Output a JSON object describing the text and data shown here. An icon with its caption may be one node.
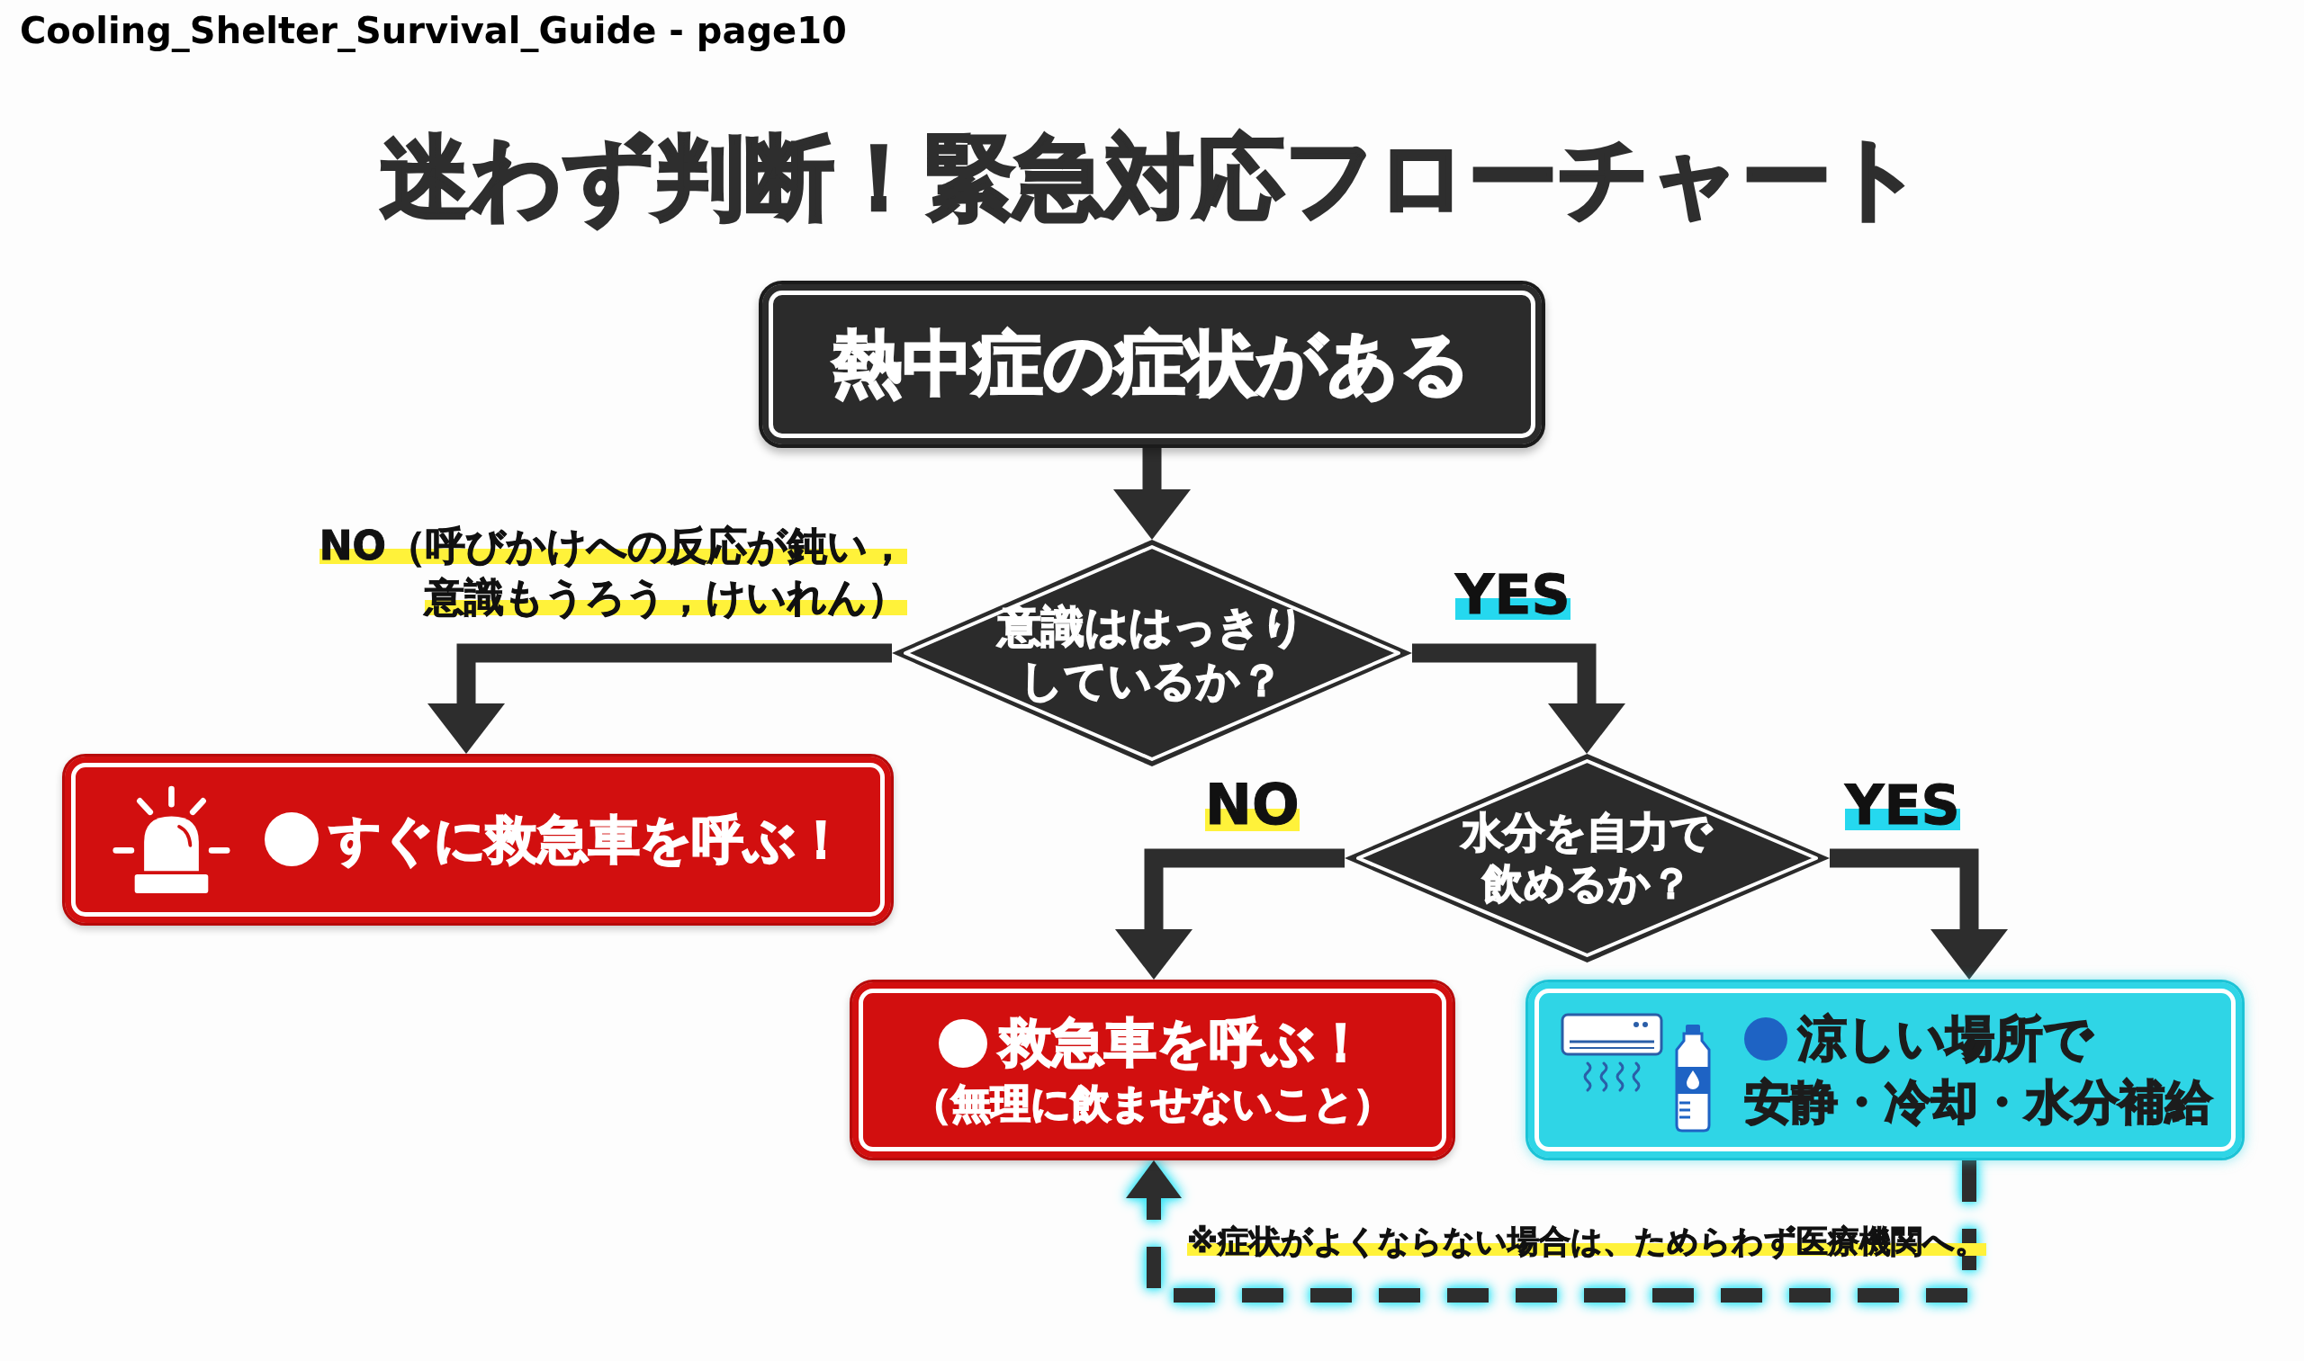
{
  "diagram": {
    "title": "迷わず判断！緊急対応フローチャート",
    "nodes": [
      {
        "text": [
          "熱中症の症状がある"
        ]
      },
      {
        "text": [
          "意識ははっきりしているか？"
        ]
      },
      {
        "text": [
          "すぐに救急車を呼ぶ！"
        ]
      },
      {
        "text": [
          "水分を自力で飲めるか？"
        ]
      },
      {
        "text": [
          "救急車を呼ぶ！",
          "（無理に飲ませないこと）"
        ]
      },
      {
        "text": [
          "涼しい場所で",
          "安静・冷却・水分補給"
        ]
      }
    ],
    "edges": [
      {
        "from": 0,
        "to": 1,
        "arrow": "to"
      },
      {
        "from": 1,
        "to": 2,
        "arrow": "to",
        "label": "NO（呼びかけへの反応が鈍い，意識もうろう，けいれん）"
      },
      {
        "from": 1,
        "to": 3,
        "arrow": "to",
        "label": "YES"
      },
      {
        "from": 3,
        "to": 4,
        "arrow": "to",
        "label": "NO"
      },
      {
        "from": 3,
        "to": 5,
        "arrow": "to",
        "label": "YES"
      },
      {
        "from": 5,
        "to": 4,
        "arrow": "to",
        "style": "dashed",
        "label": "※症状がよくならない場合は、ためらわず医療機関へ。"
      }
    ],
    "labels": [
      "Cooling_Shelter_Survival_Guide - page10"
    ]
  }
}
